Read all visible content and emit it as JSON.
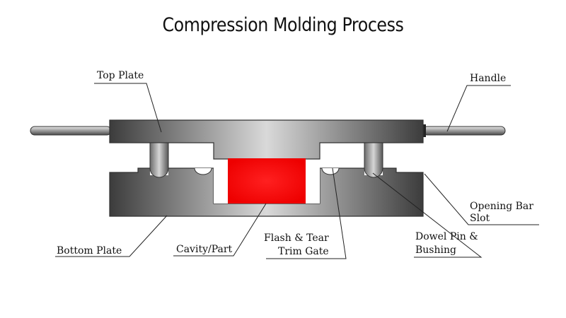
{
  "title": "Compression Molding Process",
  "labels": {
    "top_plate": "Top Plate",
    "handle": "Handle",
    "opening_bar_slot_1": "Opening Bar",
    "opening_bar_slot_2": "Slot",
    "bottom_plate": "Bottom Plate",
    "cavity_part": "Cavity/Part",
    "flash_tear_1": "Flash & Tear",
    "flash_tear_2": "Trim Gate",
    "dowel_pin_1": "Dowel Pin &",
    "dowel_pin_2": "Bushing"
  },
  "colors": {
    "part": "#ff1a1a",
    "plate_dark": "#3a3a3a",
    "plate_light": "#d8d8d8",
    "line": "#222222"
  }
}
